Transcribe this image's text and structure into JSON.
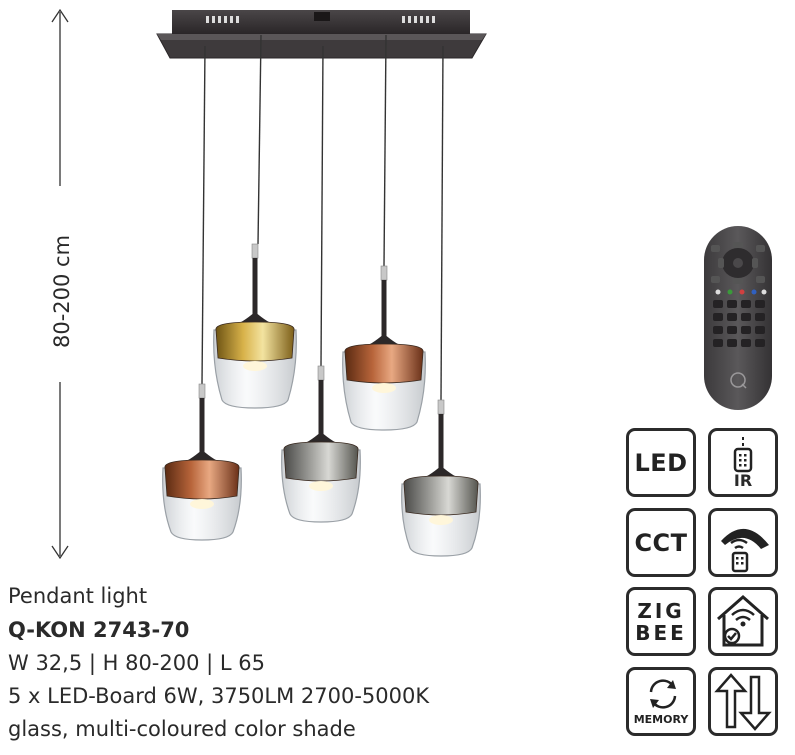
{
  "product": {
    "category": "Pendant light",
    "model": "Q-KON 2743-70",
    "dimensions": "W 32,5 | H 80-200 | L 65",
    "lighting": "5 x LED-Board 6W, 3750LM 2700-5000K",
    "material": "glass, multi-coloured color shade"
  },
  "height_range_label": "80-200 cm",
  "badges": {
    "led": "LED",
    "cct": "CCT",
    "zig": "ZIG",
    "bee": "BEE",
    "memory": "MEMORY",
    "ir": "IR"
  },
  "shade_colors": {
    "gold": "#b8902e",
    "copper": "#a8552a",
    "smoke": "#8a8a86",
    "canopy": "#3a3638"
  }
}
